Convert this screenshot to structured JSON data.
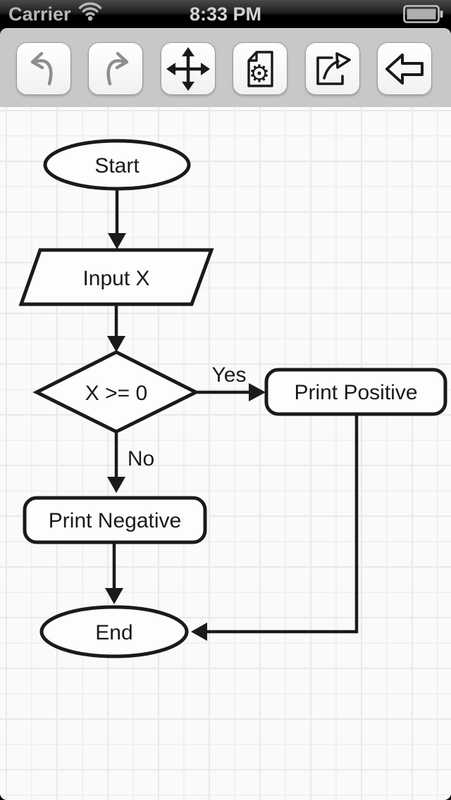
{
  "status_bar": {
    "carrier": "Carrier",
    "time": "8:33 PM",
    "wifi_strength": "full",
    "battery_level": "full"
  },
  "toolbar": {
    "buttons": [
      {
        "name": "undo"
      },
      {
        "name": "redo"
      },
      {
        "name": "move"
      },
      {
        "name": "document-settings"
      },
      {
        "name": "share"
      },
      {
        "name": "back"
      }
    ]
  },
  "flowchart": {
    "nodes": [
      {
        "id": "start",
        "type": "terminator",
        "label": "Start"
      },
      {
        "id": "input_x",
        "type": "input-output",
        "label": "Input X"
      },
      {
        "id": "decision",
        "type": "decision",
        "label": "X >= 0"
      },
      {
        "id": "print_positive",
        "type": "process",
        "label": "Print Positive"
      },
      {
        "id": "print_negative",
        "type": "process",
        "label": "Print Negative"
      },
      {
        "id": "end",
        "type": "terminator",
        "label": "End"
      }
    ],
    "edges": [
      {
        "from": "start",
        "to": "input_x",
        "label": ""
      },
      {
        "from": "input_x",
        "to": "decision",
        "label": ""
      },
      {
        "from": "decision",
        "to": "print_positive",
        "label": "Yes"
      },
      {
        "from": "decision",
        "to": "print_negative",
        "label": "No"
      },
      {
        "from": "print_negative",
        "to": "end",
        "label": ""
      },
      {
        "from": "print_positive",
        "to": "end",
        "label": ""
      }
    ]
  },
  "colors": {
    "stroke": "#1a1a1a",
    "toolbar_bg": "#c8c8c8",
    "canvas_bg": "#fafafa",
    "grid_line": "#e9e9e9",
    "status_text": "#b7b7b7"
  }
}
